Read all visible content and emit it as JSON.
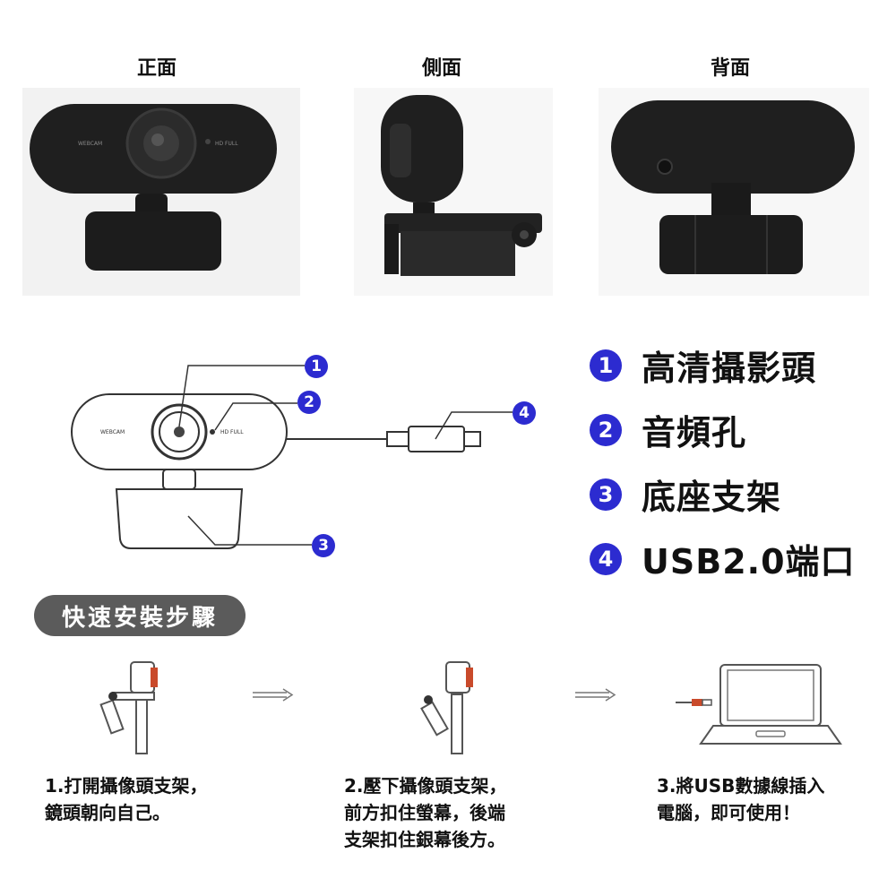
{
  "views": {
    "front": "正面",
    "side": "側面",
    "back": "背面"
  },
  "callouts": [
    "1",
    "2",
    "3",
    "4"
  ],
  "webcam_text": {
    "logo": "WEBCAM",
    "hd": "HD FULL"
  },
  "legend": [
    {
      "num": "1",
      "label": "高清攝影頭"
    },
    {
      "num": "2",
      "label": "音頻孔"
    },
    {
      "num": "3",
      "label": "底座支架"
    },
    {
      "num": "4",
      "label": "USB2.0端口"
    }
  ],
  "section_title": "快速安裝步驟",
  "steps": [
    {
      "line1": "1.打開攝像頭支架，",
      "line2": "鏡頭朝向自己。",
      "line3": ""
    },
    {
      "line1": "2.壓下攝像頭支架，",
      "line2": "前方扣住螢幕，後端",
      "line3": "支架扣住銀幕後方。"
    },
    {
      "line1": "3.將USB數據線插入",
      "line2": "電腦，即可使用！",
      "line3": ""
    }
  ],
  "colors": {
    "accent": "#2c2bd0",
    "badge": "#5b5b5b",
    "camera": "#1e1e1e"
  }
}
